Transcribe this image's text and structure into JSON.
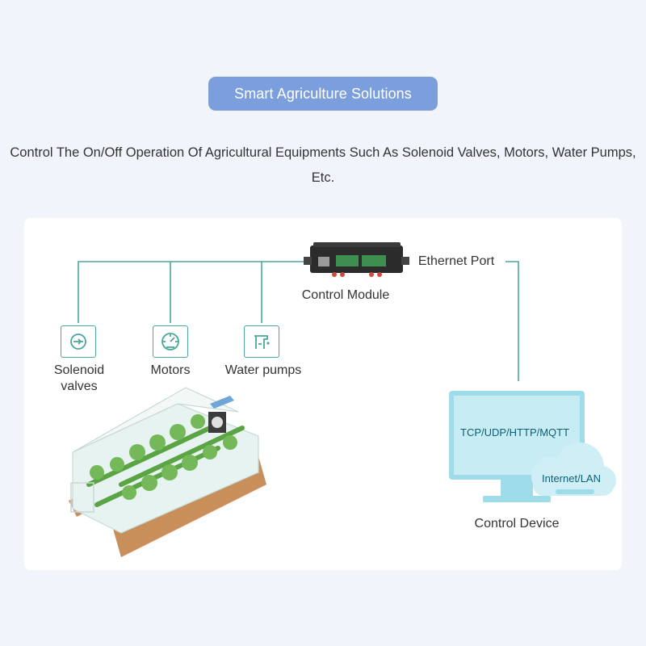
{
  "header": {
    "title": "Smart Agriculture Solutions",
    "subtitle": "Control The On/Off Operation Of Agricultural Equipments Such As Solenoid Valves, Motors, Water Pumps, Etc."
  },
  "diagram": {
    "module_label": "Control Module",
    "ethernet_label": "Ethernet Port",
    "devices": [
      {
        "label": "Solenoid valves",
        "icon": "valve-icon"
      },
      {
        "label": "Motors",
        "icon": "motor-icon"
      },
      {
        "label": "Water pumps",
        "icon": "water-pump-icon"
      }
    ],
    "monitor_text": "TCP/UDP/HTTP/MQTT",
    "cloud_text": "Internet/LAN",
    "control_device_label": "Control Device"
  },
  "colors": {
    "accent_pill": "#7b9fdd",
    "line": "#4aa79a",
    "monitor": "#9fdcea"
  }
}
